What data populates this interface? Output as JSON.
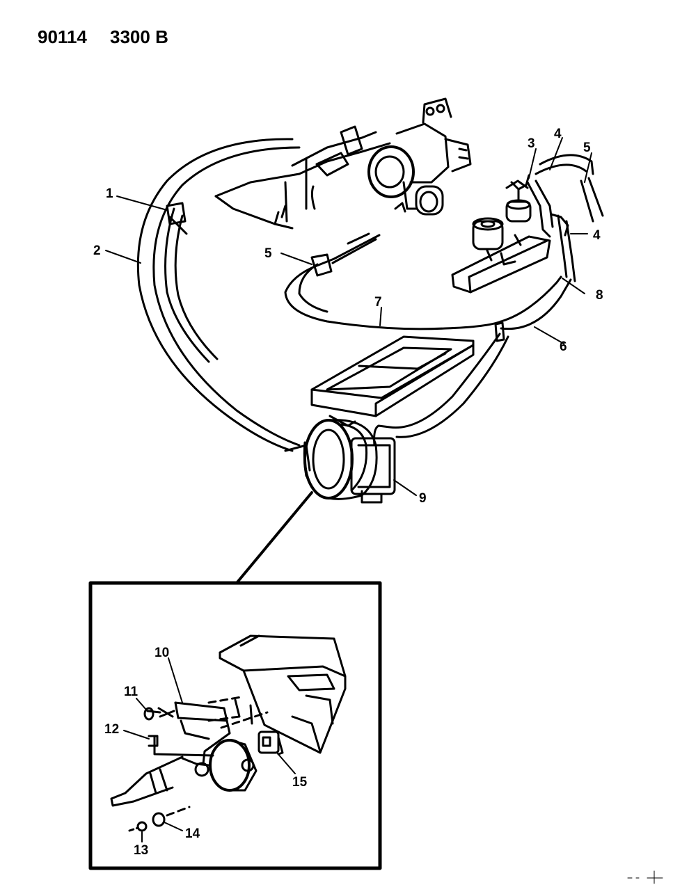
{
  "header": {
    "code1": "90114",
    "code2": "3300 B"
  },
  "callouts": {
    "c1": "1",
    "c2": "2",
    "c3": "3",
    "c4a": "4",
    "c5a": "5",
    "c4b": "4",
    "c5b": "5",
    "c8": "8",
    "c7": "7",
    "c6": "6",
    "c9": "9",
    "c10": "10",
    "c11": "11",
    "c12": "12",
    "c13": "13",
    "c14": "14",
    "c15": "15"
  }
}
